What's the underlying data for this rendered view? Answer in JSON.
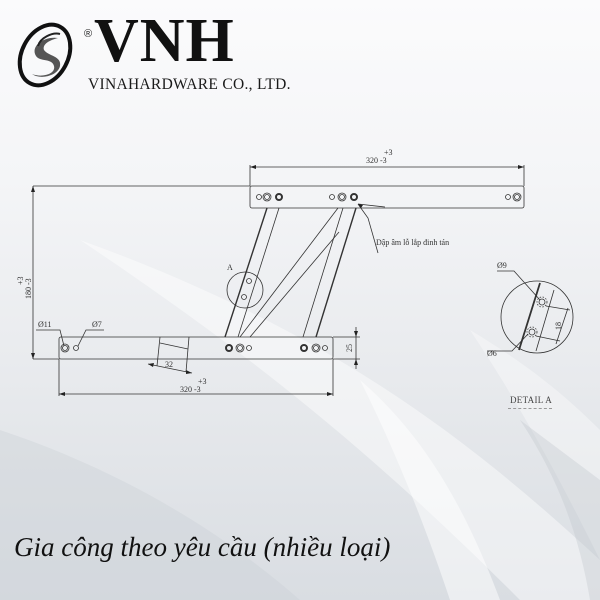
{
  "logo": {
    "brand": "VNH",
    "registered_mark": "®",
    "company": "VINAHARDWARE CO., LTD."
  },
  "drawing": {
    "top_bar_length": {
      "nominal": "320",
      "tol_plus": "+3",
      "tol_minus": "-3"
    },
    "bottom_bar_length": {
      "nominal": "320",
      "tol_plus": "+3",
      "tol_minus": "-3"
    },
    "height": {
      "nominal": "180",
      "tol_plus": "+3",
      "tol_minus": "-3"
    },
    "bar_width": "25",
    "slot_spacing": "32",
    "hole_large": "Ø11",
    "hole_small": "Ø7",
    "detail_callout": "A",
    "rivet_note": "Dập âm lỗ lắp đinh tán",
    "detail": {
      "hole_large": "Ø9",
      "hole_small": "Ø6",
      "spacing": "18",
      "label": "DETAIL A"
    }
  },
  "caption": "Gia công theo yêu cầu (nhiều loại)",
  "colors": {
    "line": "#333333",
    "text": "#111111",
    "background_top": "#fbfbfc",
    "background_bottom": "#d9dde2"
  }
}
